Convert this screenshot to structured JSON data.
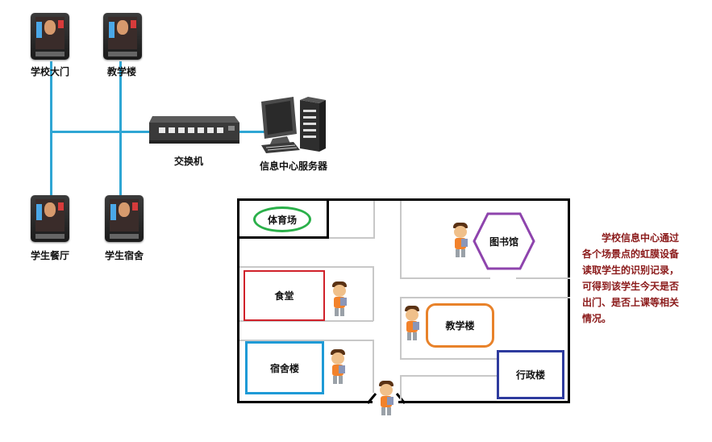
{
  "devices": {
    "school_gate": "学校大门",
    "teaching_building": "教学楼",
    "canteen": "学生餐厅",
    "dormitory": "学生宿舍"
  },
  "switch_label": "交换机",
  "server_label": "信息中心服务器",
  "map": {
    "stadium": "体育场",
    "library": "图书馆",
    "dining_hall": "食堂",
    "teaching_building": "教学楼",
    "dorm_building": "宿舍楼",
    "admin_building": "行政楼"
  },
  "note_text": "学校信息中心通过各个场景点的虹膜设备读取学生的识别记录，可得到该学生今天是否出门、是否上课等相关情况。",
  "colors": {
    "wire": "#2fa6d4",
    "stadium": "#2bb04a",
    "library": "#8e44ad",
    "dining_hall": "#d0212a",
    "teaching_building": "#e8822a",
    "dorm_building": "#1e9ad6",
    "admin_building": "#2e3b9e",
    "note": "#8b1a1a"
  }
}
